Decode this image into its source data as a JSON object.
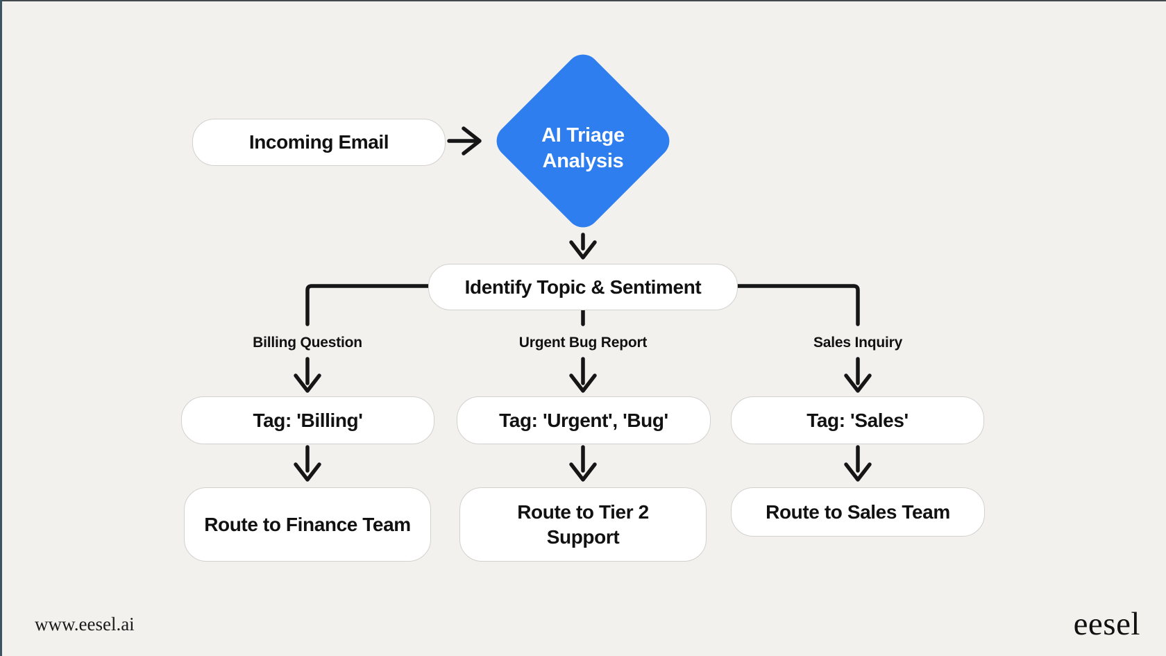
{
  "canvas": {
    "background": "#f3f1ee",
    "accent_blue": "#2e7ef0",
    "line_color": "#161616"
  },
  "flowchart": {
    "incoming_email": "Incoming Email",
    "triage": {
      "line1": "AI Triage",
      "line2": "Analysis"
    },
    "identify": "Identify Topic & Sentiment",
    "branches": [
      {
        "label": "Billing Question",
        "tag": "Tag: 'Billing'",
        "route": "Route to Finance Team"
      },
      {
        "label": "Urgent Bug Report",
        "tag": "Tag: 'Urgent', 'Bug'",
        "route": "Route to Tier 2 Support"
      },
      {
        "label": "Sales Inquiry",
        "tag": "Tag: 'Sales'",
        "route": "Route to Sales Team"
      }
    ]
  },
  "footer": {
    "website": "www.eesel.ai",
    "logo": "eesel"
  }
}
